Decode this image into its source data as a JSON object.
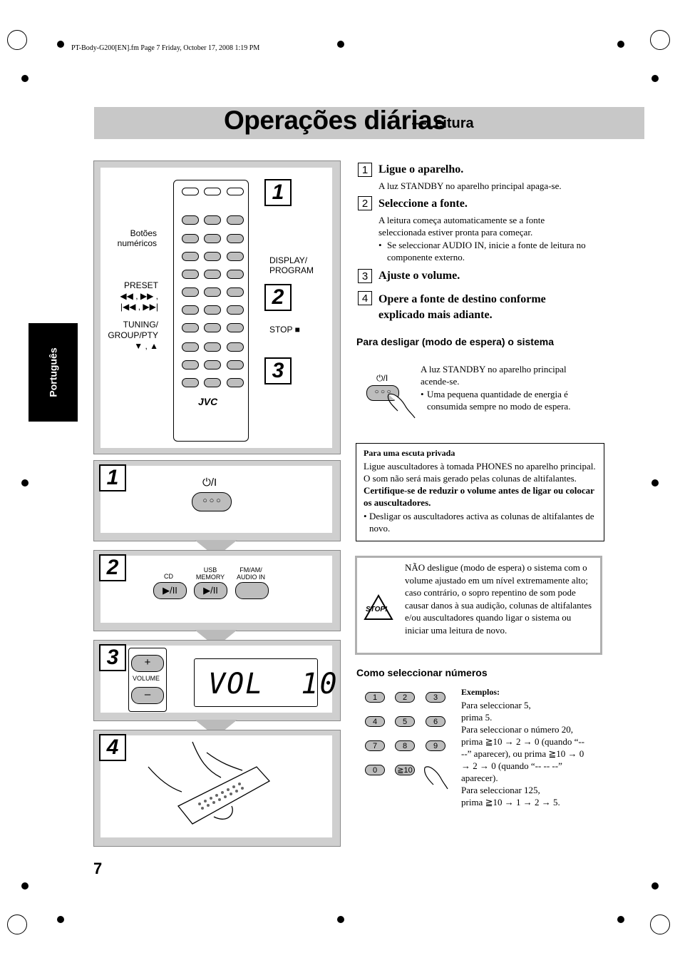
{
  "header": {
    "file_info": "PT-Body-G200[EN].fm  Page 7  Friday, October 17, 2008  1:19 PM"
  },
  "title": {
    "main": "Operações diárias",
    "sub": "—Leitura"
  },
  "side_tab": {
    "label": "Português"
  },
  "remote": {
    "label_numeric": "Botões\nnuméricos",
    "label_display": "DISPLAY/\nPROGRAM",
    "label_preset": "PRESET\n◀◀ , ▶▶ ,\n|◀◀ , ▶▶|",
    "label_tuning": "TUNING/\nGROUP/PTY\n▼ , ▲",
    "label_stop": "STOP ■",
    "brand": "JVC",
    "badges": [
      "1",
      "2",
      "3"
    ]
  },
  "panels": {
    "p1": {
      "badge": "1",
      "power_symbol": "⏻/I"
    },
    "p2": {
      "badge": "2",
      "cd": "CD",
      "usb": "USB\nMEMORY",
      "fm": "FM/AM/\nAUDIO IN",
      "play": "▶/II"
    },
    "p3": {
      "badge": "3",
      "volume": "VOLUME",
      "plus": "+",
      "minus": "–",
      "display": "VOL  10"
    },
    "p4": {
      "badge": "4"
    }
  },
  "steps": [
    {
      "num": "1",
      "title": "Ligue o aparelho.",
      "text": "A luz STANDBY no aparelho principal apaga-se."
    },
    {
      "num": "2",
      "title": "Seleccione a fonte.",
      "text": "A leitura começa automaticamente se a fonte seleccionada estiver pronta para começar.",
      "bullet": "Se seleccionar AUDIO IN, inicie a fonte de leitura no componente externo."
    },
    {
      "num": "3",
      "title": "Ajuste o volume."
    },
    {
      "num": "4",
      "title": "Opere a fonte de destino conforme explicado mais adiante."
    }
  ],
  "standby": {
    "heading": "Para desligar (modo de espera) o sistema",
    "text1": "A luz STANDBY no aparelho principal acende-se.",
    "bullet": "Uma pequena quantidade de energia é consumida sempre no modo de espera.",
    "power_symbol": "⏻/I"
  },
  "private": {
    "heading": "Para uma escuta privada",
    "text": "Ligue auscultadores à tomada PHONES no aparelho principal. O som não será mais gerado pelas colunas de altifalantes.",
    "bold": "Certifique-se de reduzir o volume antes de ligar ou colocar os auscultadores.",
    "bullet": "Desligar os auscultadores activa as colunas de altifalantes de novo."
  },
  "warning": {
    "icon_text": "STOP!",
    "text": "NÃO desligue (modo de espera) o sistema com o volume ajustado em um nível extremamente alto; caso contrário, o sopro repentino de som pode causar danos à sua audição, colunas de altifalantes e/ou auscultadores quando ligar o sistema ou iniciar uma leitura de novo."
  },
  "numbers": {
    "heading": "Como seleccionar números",
    "keys": [
      "1",
      "2",
      "3",
      "4",
      "5",
      "6",
      "7",
      "8",
      "9",
      "0",
      "≧10"
    ],
    "examples_title": "Exemplos:",
    "examples": [
      "Para seleccionar 5,",
      "prima 5.",
      "Para seleccionar o número 20,",
      "prima ≧10 → 2 → 0 (quando “--",
      "--” aparecer), ou prima ≧10 → 0",
      "→ 2 → 0 (quando “-- -- --”",
      "aparecer).",
      "Para seleccionar 125,",
      "prima ≧10 → 1 → 2 → 5."
    ]
  },
  "page_number": "7"
}
